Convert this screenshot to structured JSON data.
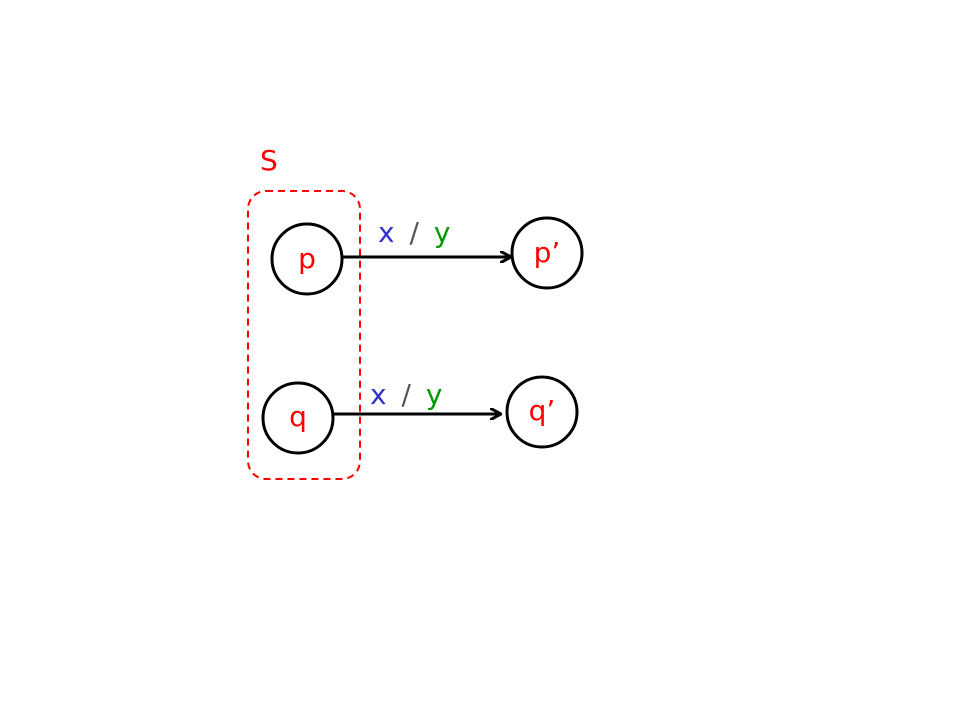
{
  "set": {
    "label": "S",
    "color": "#ff0000"
  },
  "states": {
    "p": "p",
    "p_prime": "p’",
    "q": "q",
    "q_prime": "q’"
  },
  "transitions": [
    {
      "input": "x",
      "separator": "/",
      "output": "y"
    },
    {
      "input": "x",
      "separator": "/",
      "output": "y"
    }
  ],
  "colors": {
    "state_label": "#ff0000",
    "input": "#3333cc",
    "separator": "#555555",
    "output": "#009900",
    "edge": "#000000"
  }
}
